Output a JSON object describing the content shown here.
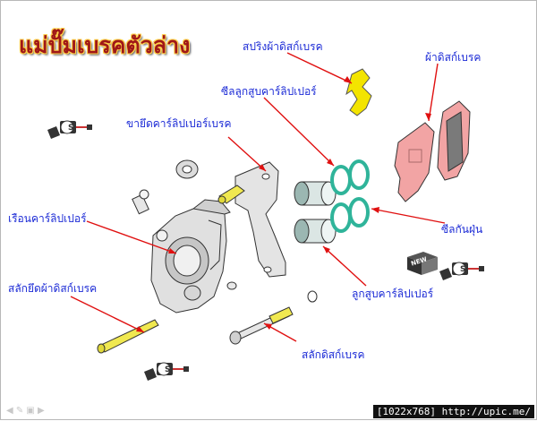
{
  "title": "แม่ปั๊มเบรคตัวล่าง",
  "labels": {
    "pad_spring": "สปริงผ้าดิสก์เบรค",
    "brake_pads": "ผ้าดิสก์เบรค",
    "piston_seal": "ซีลลูกสูบคาร์ลิปเปอร์",
    "bracket": "ขายึดคาร์ลิปเปอร์เบรค",
    "caliper_body": "เรือนคาร์ลิปเปอร์",
    "dust_seal": "ซีลกันฝุ่น",
    "piston": "ลูกสูบคาร์ลิปเปอร์",
    "pad_retaining_pin": "สลักยึดผ้าดิสก์เบรค",
    "brake_pin": "สลักดิสก์เบรค"
  },
  "badges": {
    "new": "NEW",
    "service": "S"
  },
  "footer": "[1022x768] http://upic.me/",
  "colors": {
    "title": "#a01818",
    "title_outline": "#ffd24a",
    "label": "#1c2bd6",
    "leader": "#e01010",
    "seal": "#2fb49a",
    "spring": "#f3e400",
    "pads": "#f2a4a4"
  }
}
